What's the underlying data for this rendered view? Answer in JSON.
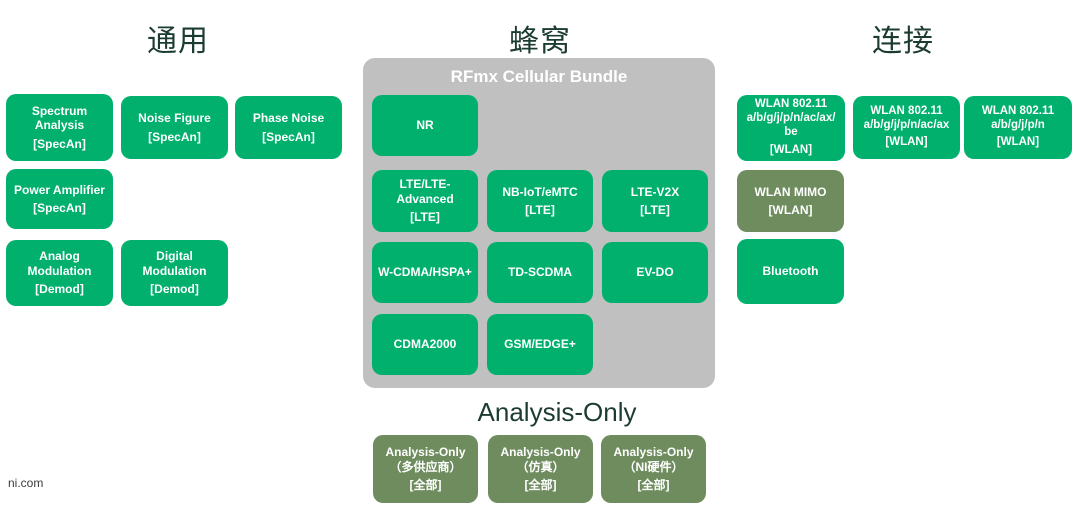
{
  "colors": {
    "box_green": "#00B06C",
    "box_olive": "#6E8C5E",
    "bundle_gray": "#C0C0C0",
    "heading_text": "#1C3C31",
    "footer_text": "#3C3C3C"
  },
  "footer": {
    "text": "ni.com"
  },
  "sections": {
    "general": {
      "title": "通用",
      "boxes": [
        {
          "name": "Spectrum\nAnalysis",
          "tag": "[SpecAn]"
        },
        {
          "name": "Noise Figure",
          "tag": "[SpecAn]"
        },
        {
          "name": "Phase Noise",
          "tag": "[SpecAn]"
        },
        {
          "name": "Power Amplifier",
          "tag": "[SpecAn]"
        },
        {
          "name": "Analog\nModulation",
          "tag": "[Demod]"
        },
        {
          "name": "Digital\nModulation",
          "tag": "[Demod]"
        }
      ]
    },
    "cellular": {
      "title": "蜂窝",
      "bundle_label": "RFmx Cellular Bundle",
      "boxes": [
        {
          "name": "NR"
        },
        {
          "name": "LTE/LTE-\nAdvanced",
          "tag": "[LTE]"
        },
        {
          "name": "NB-IoT/eMTC",
          "tag": "[LTE]"
        },
        {
          "name": "LTE-V2X",
          "tag": "[LTE]"
        },
        {
          "name": "W-CDMA/HSPA+"
        },
        {
          "name": "TD-SCDMA"
        },
        {
          "name": "EV-DO"
        },
        {
          "name": "CDMA2000"
        },
        {
          "name": "GSM/EDGE+"
        }
      ]
    },
    "connectivity": {
      "title": "连接",
      "boxes": [
        {
          "name": "WLAN 802.11\na/b/g/j/p/n/ac/ax/\nbe",
          "tag": "[WLAN]"
        },
        {
          "name": "WLAN 802.11\na/b/g/j/p/n/ac/ax",
          "tag": "[WLAN]"
        },
        {
          "name": "WLAN 802.11\na/b/g/j/p/n",
          "tag": "[WLAN]"
        },
        {
          "name": "WLAN MIMO",
          "tag": "[WLAN]"
        },
        {
          "name": "Bluetooth"
        }
      ]
    },
    "analysis": {
      "title": "Analysis-Only",
      "boxes": [
        {
          "name": "Analysis-Only\n（多供应商）",
          "tag": "[全部]"
        },
        {
          "name": "Analysis-Only\n（仿真）",
          "tag": "[全部]"
        },
        {
          "name": "Analysis-Only\n（NI硬件）",
          "tag": "[全部]"
        }
      ]
    }
  }
}
